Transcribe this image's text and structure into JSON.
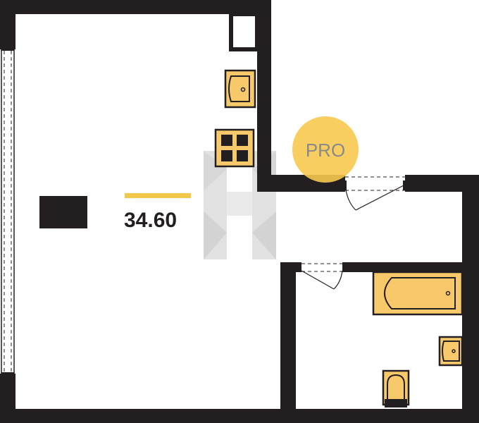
{
  "plan": {
    "area_value": "34.60",
    "badge_text": "PRO",
    "colors": {
      "wall": "#231f20",
      "fixture": "#f7c96b",
      "area_underline": "#f2c84b",
      "badge": "#f6c94e",
      "watermark": "#bdbdbd"
    }
  },
  "icons": [
    "kitchen-sink-icon",
    "stove-icon",
    "bathtub-icon",
    "bathroom-sink-icon",
    "toilet-icon",
    "door-swing-icon",
    "window-icon",
    "watermark-logo"
  ]
}
